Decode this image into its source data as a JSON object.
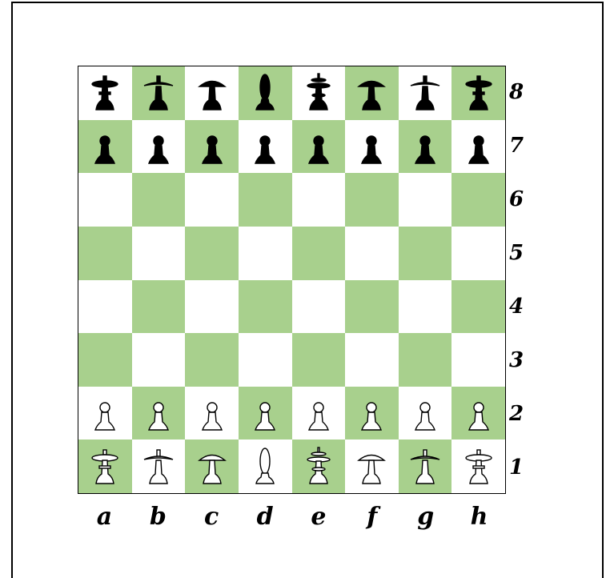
{
  "board": {
    "dark_color": "#a8d08d",
    "light_color": "#ffffff",
    "rank_labels": [
      "8",
      "7",
      "6",
      "5",
      "4",
      "3",
      "2",
      "1"
    ],
    "file_labels": [
      "a",
      "b",
      "c",
      "d",
      "e",
      "f",
      "g",
      "h"
    ],
    "position": [
      [
        "rook",
        "knight",
        "bishop",
        "queen",
        "king",
        "bishop",
        "knight",
        "rook"
      ],
      [
        "pawn",
        "pawn",
        "pawn",
        "pawn",
        "pawn",
        "pawn",
        "pawn",
        "pawn"
      ],
      [
        "",
        "",
        "",
        "",
        "",
        "",
        "",
        ""
      ],
      [
        "",
        "",
        "",
        "",
        "",
        "",
        "",
        ""
      ],
      [
        "",
        "",
        "",
        "",
        "",
        "",
        "",
        ""
      ],
      [
        "",
        "",
        "",
        "",
        "",
        "",
        "",
        ""
      ],
      [
        "pawn",
        "pawn",
        "pawn",
        "pawn",
        "pawn",
        "pawn",
        "pawn",
        "pawn"
      ],
      [
        "rook",
        "knight",
        "bishop",
        "queen",
        "king",
        "bishop",
        "knight",
        "rook"
      ]
    ],
    "colors": [
      "black",
      "black",
      "",
      "",
      "",
      "",
      "white",
      "white"
    ]
  }
}
